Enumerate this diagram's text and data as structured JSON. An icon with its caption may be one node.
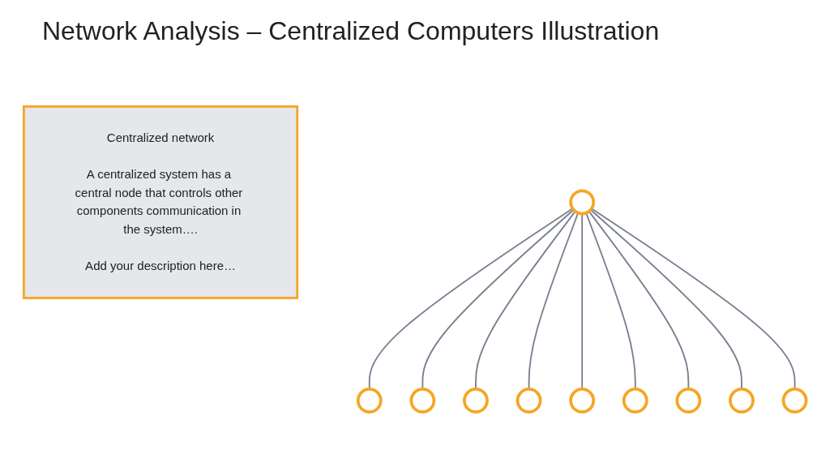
{
  "diagram": {
    "title": "Network Analysis – Centralized Computers Illustration",
    "nodes": [
      {
        "text": [
          "Centralized network",
          "A centralized system has a central node that controls other components communication in the system….",
          "Add your description here…"
        ]
      },
      {
        "text": [],
        "shape": "circle"
      },
      {
        "text": [],
        "shape": "circle"
      },
      {
        "text": [],
        "shape": "circle"
      },
      {
        "text": [],
        "shape": "circle"
      },
      {
        "text": [],
        "shape": "circle"
      },
      {
        "text": [],
        "shape": "circle"
      },
      {
        "text": [],
        "shape": "circle"
      },
      {
        "text": [],
        "shape": "circle"
      },
      {
        "text": [],
        "shape": "circle"
      },
      {
        "text": [],
        "shape": "circle"
      }
    ],
    "edges": [
      {
        "from": 5,
        "to": 1,
        "arrow": "none"
      },
      {
        "from": 5,
        "to": 2,
        "arrow": "none"
      },
      {
        "from": 5,
        "to": 3,
        "arrow": "none"
      },
      {
        "from": 5,
        "to": 4,
        "arrow": "none"
      },
      {
        "from": 5,
        "to": 6,
        "arrow": "none"
      },
      {
        "from": 5,
        "to": 7,
        "arrow": "none"
      },
      {
        "from": 5,
        "to": 8,
        "arrow": "none"
      },
      {
        "from": 5,
        "to": 9,
        "arrow": "none"
      },
      {
        "from": 5,
        "to": 10,
        "arrow": "none"
      }
    ]
  }
}
